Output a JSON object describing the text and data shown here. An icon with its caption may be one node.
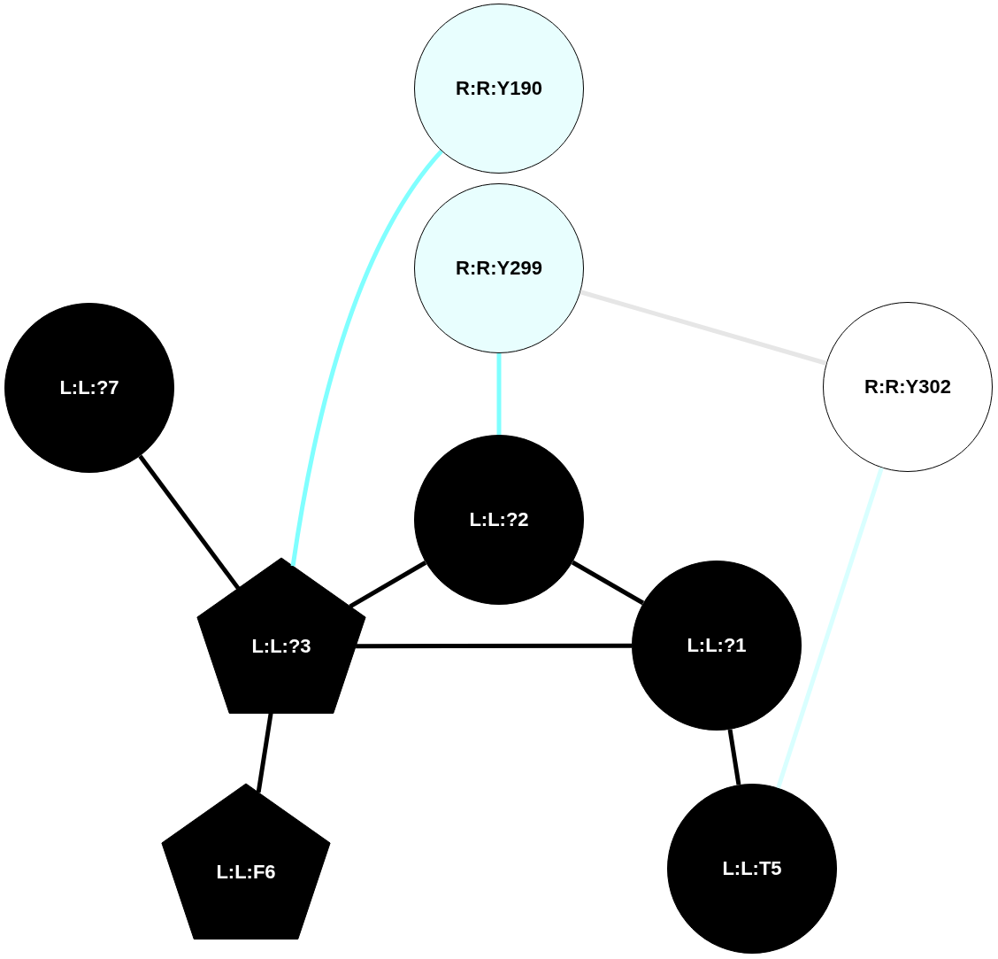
{
  "diagram": {
    "nodes": [
      {
        "text": [
          "R:R:Y190"
        ]
      },
      {
        "text": [
          "R:R:Y299"
        ]
      },
      {
        "text": [
          "L:L:?7"
        ]
      },
      {
        "text": [
          "R:R:Y302"
        ]
      },
      {
        "text": [
          "L:L:?2"
        ]
      },
      {
        "text": [
          "L:L:?3"
        ]
      },
      {
        "text": [
          "L:L:?1"
        ]
      },
      {
        "text": [
          "L:L:F6"
        ]
      },
      {
        "text": [
          "L:L:T5"
        ]
      }
    ],
    "edges": [
      {
        "from": 0,
        "to": 5,
        "arrow": "none",
        "color": "#80ffff"
      },
      {
        "from": 1,
        "to": 4,
        "arrow": "none",
        "color": "#80ffff"
      },
      {
        "from": 1,
        "to": 3,
        "arrow": "none",
        "color": "#e6e6e6"
      },
      {
        "from": 3,
        "to": 8,
        "arrow": "none",
        "color": "#d9ffff"
      },
      {
        "from": 2,
        "to": 5,
        "arrow": "none"
      },
      {
        "from": 4,
        "to": 5,
        "arrow": "none"
      },
      {
        "from": 4,
        "to": 6,
        "arrow": "none"
      },
      {
        "from": 5,
        "to": 6,
        "arrow": "none"
      },
      {
        "from": 5,
        "to": 7,
        "arrow": "none"
      },
      {
        "from": 6,
        "to": 8,
        "arrow": "none"
      }
    ]
  }
}
